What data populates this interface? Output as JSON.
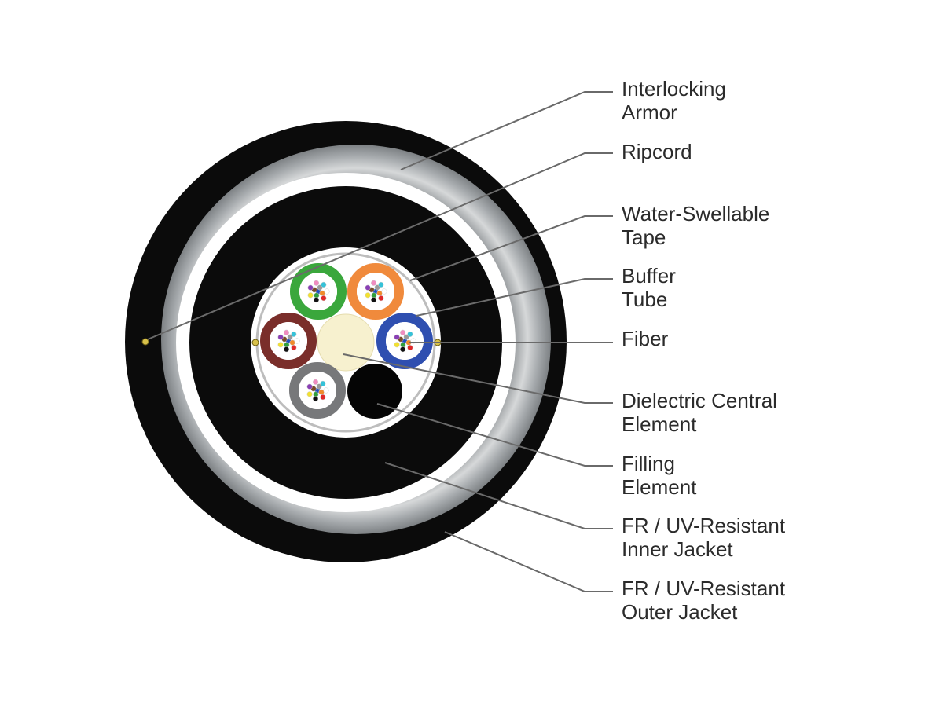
{
  "colors": {
    "jacket": "#0b0b0b",
    "armor": "#b9bcbe",
    "tape": "#ffffff",
    "core": "#ffffff",
    "central_element": "#f7f1cf",
    "filler": "#050505",
    "leader_line": "#6a6a6a",
    "label": "#2b2b2b"
  },
  "buffer_tubes": [
    {
      "color": "#3aa73c",
      "icon": "buffer-tube"
    },
    {
      "color": "#f08a3c",
      "icon": "buffer-tube"
    },
    {
      "color": "#7a2e2a",
      "icon": "buffer-tube"
    },
    {
      "color": "#2f4fb0",
      "icon": "buffer-tube"
    },
    {
      "color": "#77787a",
      "icon": "buffer-tube"
    }
  ],
  "fiber_colors": [
    "#1f4fbf",
    "#f08a2a",
    "#2f9e3b",
    "#7a4a2a",
    "#9a9a9a",
    "#ffffff",
    "#e02828",
    "#111111",
    "#f2e030",
    "#8a3fb5",
    "#f08cc0",
    "#35c2d8"
  ],
  "labels": [
    {
      "lines": [
        "Interlocking",
        "Armor"
      ]
    },
    {
      "lines": [
        "Ripcord"
      ]
    },
    {
      "lines": [
        "Water-Swellable",
        "Tape"
      ]
    },
    {
      "lines": [
        "Buffer",
        "Tube"
      ]
    },
    {
      "lines": [
        "Fiber"
      ]
    },
    {
      "lines": [
        "Dielectric Central",
        "Element"
      ]
    },
    {
      "lines": [
        "Filling",
        "Element"
      ]
    },
    {
      "lines": [
        "FR / UV-Resistant",
        "Inner Jacket"
      ]
    },
    {
      "lines": [
        "FR / UV-Resistant",
        "Outer Jacket"
      ]
    }
  ]
}
